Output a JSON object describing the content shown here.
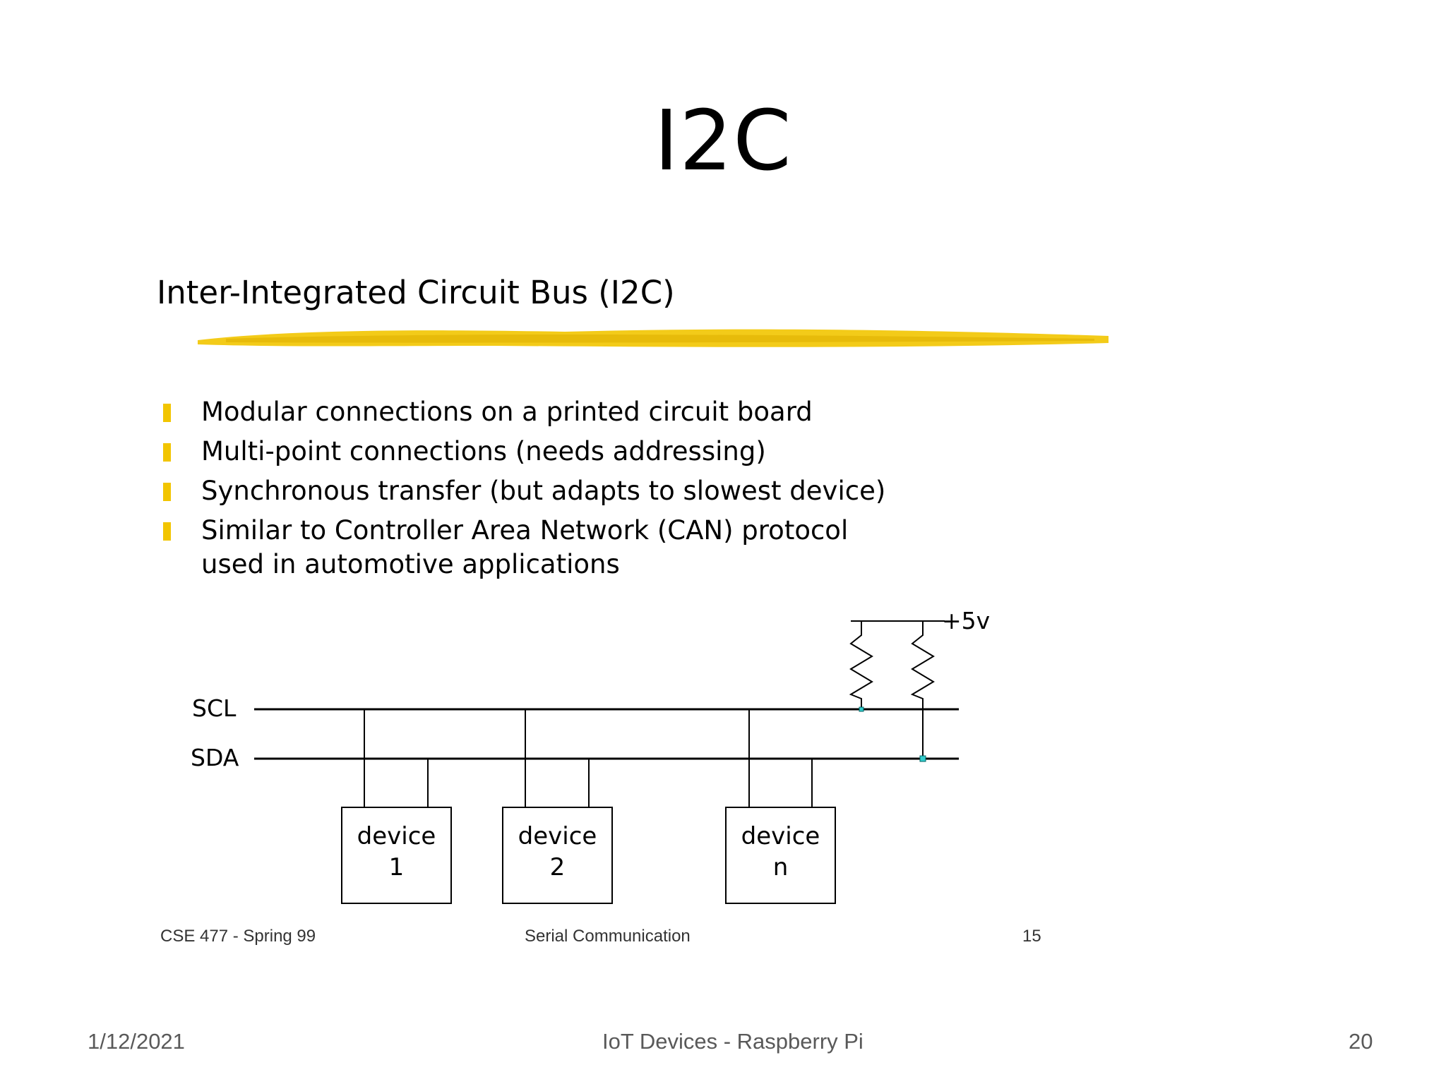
{
  "slide": {
    "title": "I2C",
    "footer": {
      "date": "1/12/2021",
      "center": "IoT Devices - Raspberry Pi",
      "page": "20"
    }
  },
  "embedded": {
    "title": "Inter-Integrated Circuit Bus (I2C)",
    "accent_color": "#f2c500",
    "bullets": [
      "Modular connections on a printed circuit board",
      "Multi-point connections (needs addressing)",
      "Synchronous transfer (but adapts to slowest device)",
      "Similar to Controller Area Network (CAN) protocol used in automotive applications"
    ],
    "diagram": {
      "scl_label": "SCL",
      "sda_label": "SDA",
      "voltage_label": "+5v",
      "devices": [
        {
          "line1": "device",
          "line2": "1"
        },
        {
          "line1": "device",
          "line2": "2"
        },
        {
          "line1": "device",
          "line2": "n"
        }
      ]
    },
    "footer": {
      "left": "CSE 477 - Spring 99",
      "center": "Serial Communication",
      "right": "15"
    }
  }
}
